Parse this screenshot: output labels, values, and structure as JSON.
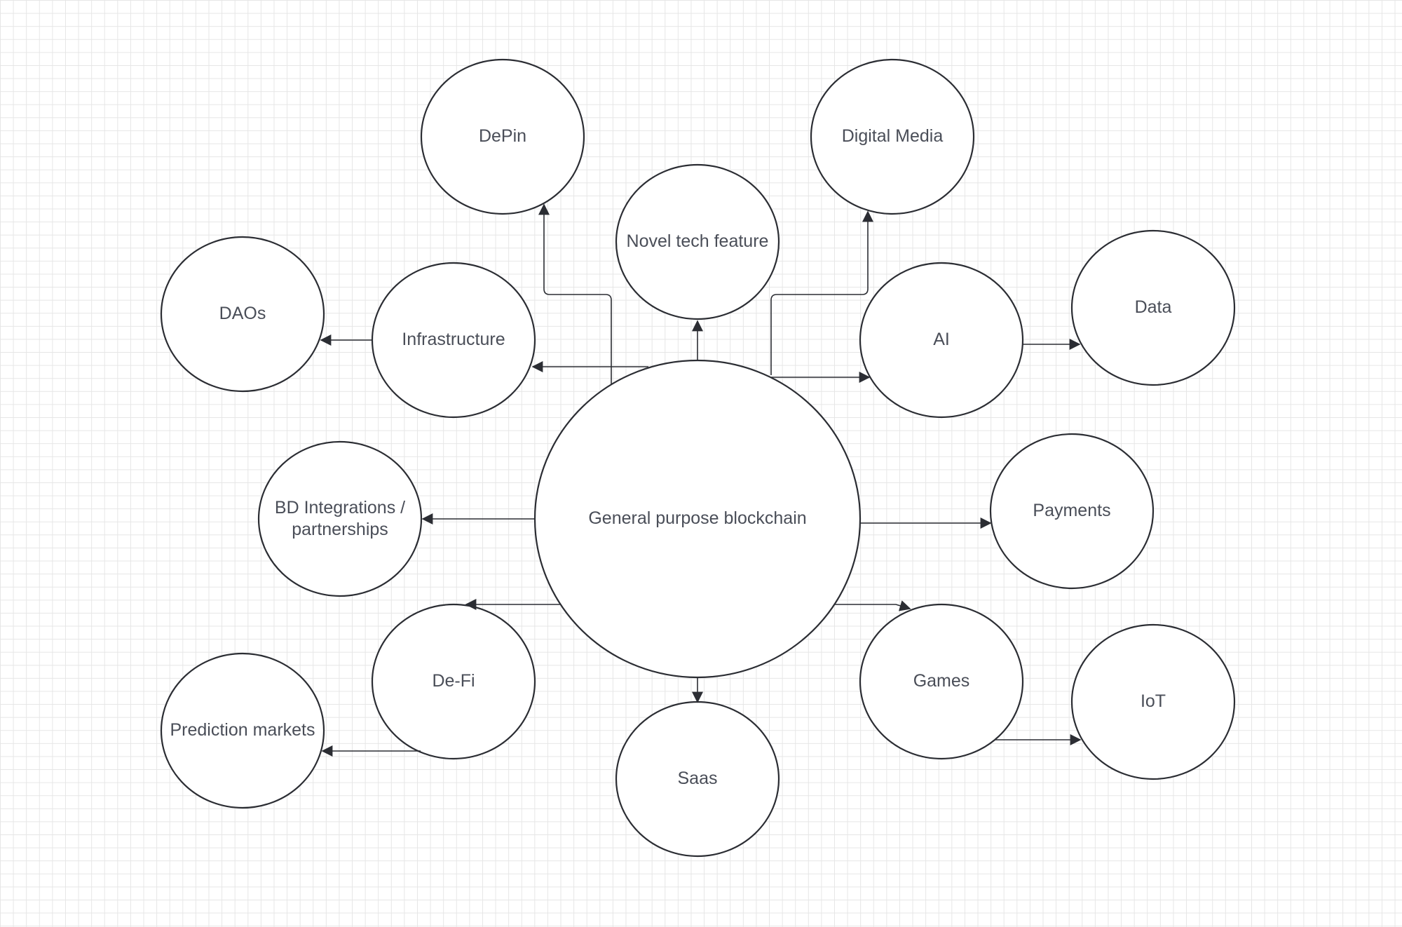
{
  "diagram": {
    "center": {
      "label": "General purpose blockchain"
    },
    "nodes": {
      "depin": "DePin",
      "digital_media": "Digital Media",
      "novel_tech": "Novel tech feature",
      "daos": "DAOs",
      "infrastructure": "Infrastructure",
      "ai": "AI",
      "data": "Data",
      "bd_line1": "BD Integrations /",
      "bd_line2": "partnerships",
      "payments": "Payments",
      "defi": "De-Fi",
      "games": "Games",
      "iot": "IoT",
      "prediction": "Prediction markets",
      "saas": "Saas"
    },
    "edges": [
      {
        "from": "General purpose blockchain",
        "to": "Novel tech feature"
      },
      {
        "from": "General purpose blockchain",
        "to": "DePin"
      },
      {
        "from": "General purpose blockchain",
        "to": "Digital Media"
      },
      {
        "from": "General purpose blockchain",
        "to": "Infrastructure"
      },
      {
        "from": "Infrastructure",
        "to": "DAOs"
      },
      {
        "from": "General purpose blockchain",
        "to": "AI"
      },
      {
        "from": "AI",
        "to": "Data"
      },
      {
        "from": "General purpose blockchain",
        "to": "BD Integrations / partnerships"
      },
      {
        "from": "General purpose blockchain",
        "to": "Payments"
      },
      {
        "from": "General purpose blockchain",
        "to": "De-Fi"
      },
      {
        "from": "De-Fi",
        "to": "Prediction markets"
      },
      {
        "from": "General purpose blockchain",
        "to": "Games"
      },
      {
        "from": "Games",
        "to": "IoT"
      },
      {
        "from": "General purpose blockchain",
        "to": "Saas"
      }
    ],
    "colors": {
      "stroke": "#2b2d33",
      "text": "#4a4e58",
      "grid": "#e6e6e6"
    }
  }
}
